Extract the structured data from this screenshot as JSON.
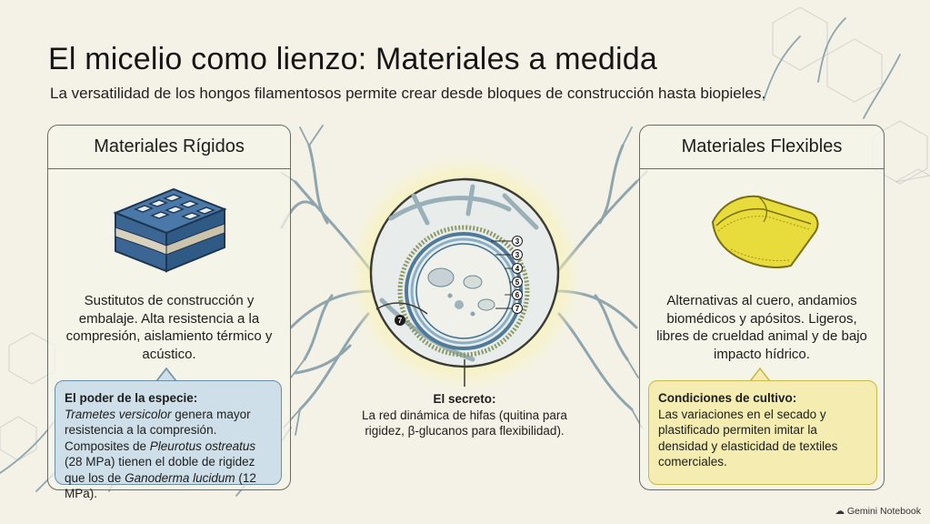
{
  "header": {
    "title": "El micelio como lienzo: Materiales a medida",
    "subtitle": "La versatilidad de los hongos filamentosos permite crear desde bloques de construcción hasta biopieles."
  },
  "left_card": {
    "heading": "Materiales Rígidos",
    "icon": "brick-icon",
    "body": "Sustitutos de construcción y embalaje. Alta resistencia a la compresión, aislamiento térmico y acústico.",
    "callout": {
      "title": "El poder de la especie:",
      "parts": [
        {
          "text": "Trametes versicolor",
          "italic": true
        },
        {
          "text": " genera mayor resistencia a la compresión. Composites de ",
          "italic": false
        },
        {
          "text": "Pleurotus ostreatus",
          "italic": true
        },
        {
          "text": " (28 MPa) tienen el doble de rigidez que los de ",
          "italic": false
        },
        {
          "text": "Ganoderma lucidum",
          "italic": true
        },
        {
          "text": " (12 MPa).",
          "italic": false
        }
      ]
    }
  },
  "right_card": {
    "heading": "Materiales Flexibles",
    "icon": "leather-icon",
    "body": "Alternativas al cuero, andamios biomédicos y apósitos. Ligeros, libres de crueldad animal y de bajo impacto hídrico.",
    "callout": {
      "title": "Condiciones de cultivo:",
      "text": "Las variaciones en el secado y plastificado permiten imitar la densidad y elasticidad de textiles comerciales."
    }
  },
  "center": {
    "labels": [
      "3",
      "3",
      "4",
      "5",
      "6",
      "7"
    ],
    "left_label": "7",
    "caption_title": "El secreto:",
    "caption_text": "La red dinámica de hifas (quitina para rigidez, β-glucanos para flexibilidad)."
  },
  "colors": {
    "background": "#f4f2e6",
    "callout_blue": "#cfdfe9",
    "callout_yellow": "#f4ecb0",
    "hyphae": "#8aa2ad",
    "glow": "#f6ef9a"
  },
  "brand": "Gemini Notebook"
}
